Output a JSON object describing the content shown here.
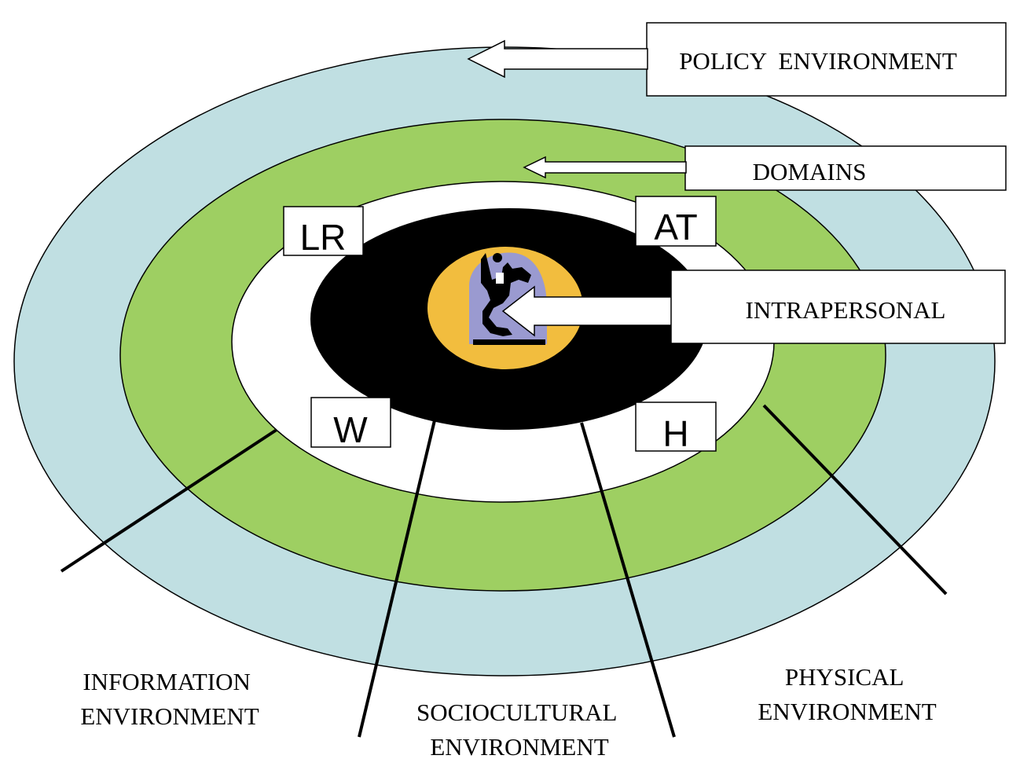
{
  "callouts": {
    "policy": "POLICY  ENVIRONMENT",
    "domains": "DOMAINS",
    "intrapersonal": "INTRAPERSONAL"
  },
  "domain_boxes": {
    "lr": "LR",
    "at": "AT",
    "w": "W",
    "h": "H"
  },
  "environments": {
    "information": [
      "INFORMATION",
      "ENVIRONMENT"
    ],
    "sociocultural": [
      "SOCIOCULTURAL",
      "ENVIRONMENT"
    ],
    "physical": [
      "PHYSICAL",
      "ENVIRONMENT"
    ]
  },
  "colors": {
    "outer_ring": "#c0dfe2",
    "green_ring": "#9ecf62",
    "inner_white": "#ffffff",
    "core": "#000000",
    "center_circle": "#f2bd3e",
    "figure_bg": "#9a9ad0"
  },
  "icons": {
    "center_figure": "running-person-icon"
  }
}
